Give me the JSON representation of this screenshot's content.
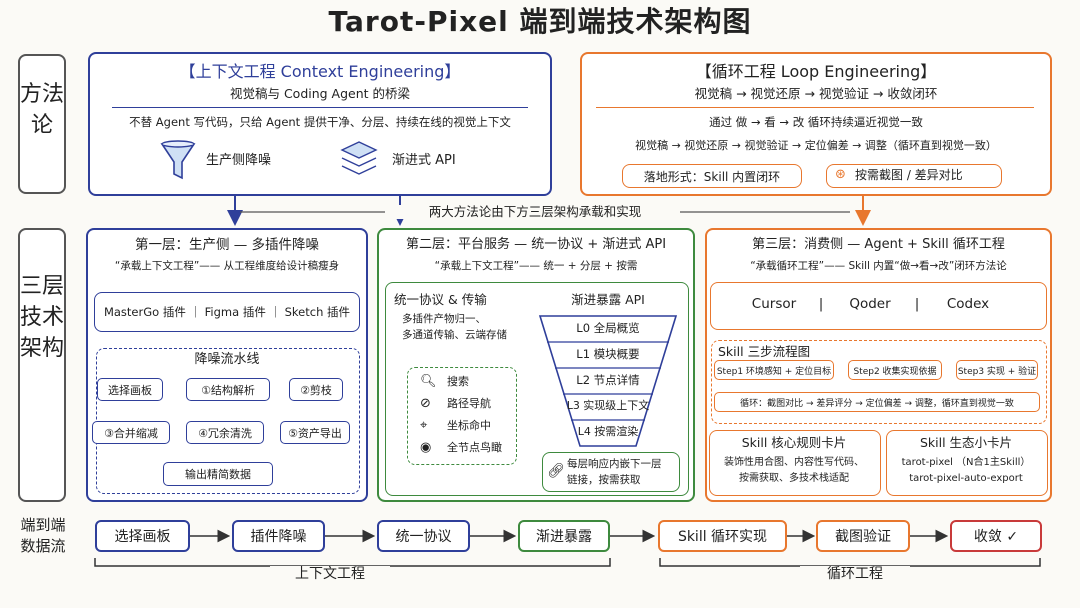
{
  "title": "Tarot-Pixel 端到端技术架构图",
  "side_labels": {
    "method": "方法论",
    "three_layer": "三层技术架构",
    "flow_row_1": "端到端",
    "flow_row_2": "数据流"
  },
  "context_eng": {
    "title": "【上下文工程 Context Engineering】",
    "subtitle": "视觉稿与 Coding Agent 的桥梁",
    "desc": "不替 Agent 写代码，只给 Agent 提供干净、分层、持续在线的视觉上下文",
    "item1": "生产侧降噪",
    "item2": "渐进式 API"
  },
  "loop_eng": {
    "title": "【循环工程 Loop Engineering】",
    "subtitle": "视觉稿 → 视觉还原 → 视觉验证 → 收敛闭环",
    "line1": "通过 做 → 看 → 改 循环持续逼近视觉一致",
    "line2": "视觉稿 → 视觉还原 → 视觉验证 → 定位偏差 → 调整（循环直到视觉一致）",
    "tag1": "落地形式：Skill 内置闭环",
    "tag2": "按需截图 / 差异对比"
  },
  "bridge_text": "两大方法论由下方三层架构承载和实现",
  "layer1": {
    "title": "第一层：生产侧 — 多插件降噪",
    "quote": "“承载上下文工程”—— 从工程维度给设计稿瘦身",
    "plugins": "MasterGo 插件 ｜ Figma 插件 ｜ Sketch 插件",
    "pipeline_title": "降噪流水线",
    "steps": [
      "选择画板",
      "①结构解析",
      "②剪枝",
      "③合并缩减",
      "④冗余清洗",
      "⑤资产导出"
    ],
    "output": "输出精简数据"
  },
  "layer2": {
    "title": "第二层：平台服务 — 统一协议 + 渐进式 API",
    "quote": "“承载上下文工程”—— 统一 + 分层 + 按需",
    "proto_title": "统一协议 & 传输",
    "proto_lines": [
      "多插件产物归一、",
      "多通道传输、云端存储"
    ],
    "tools": [
      "搜索",
      "路径导航",
      "坐标命中",
      "全节点鸟瞰"
    ],
    "api_title": "渐进暴露 API",
    "levels": [
      "L0 全局概览",
      "L1 模块概要",
      "L2 节点详情",
      "L3 实现级上下文",
      "L4 按需渲染"
    ],
    "hint": [
      "每层响应内嵌下一层",
      "链接，按需获取"
    ]
  },
  "layer3": {
    "title": "第三层：消费侧 — Agent + Skill 循环工程",
    "quote": "“承载循环工程”—— Skill 内置“做→看→改”闭环方法论",
    "agents": [
      "Cursor",
      "|",
      "Qoder",
      "|",
      "Codex"
    ],
    "skill_flow_title": "Skill 三步流程图",
    "skill_steps": [
      "Step1 环境感知 + 定位目标",
      "Step2 收集实现依据",
      "Step3 实现 + 验证"
    ],
    "skill_loop": "循环：截图对比 → 差异评分 → 定位偏差 → 调整，循环直到视觉一致",
    "rules_title": "Skill 核心规则卡片",
    "rules": [
      "装饰性用合图、内容性写代码、",
      "按需获取、多技术栈适配"
    ],
    "eco_title": "Skill 生态小卡片",
    "eco": [
      "tarot-pixel （N合1主Skill）",
      "tarot-pixel-auto-export"
    ]
  },
  "flow": {
    "nodes": [
      "选择画板",
      "插件降噪",
      "统一协议",
      "渐进暴露",
      "Skill 循环实现",
      "截图验证",
      "收敛 ✓"
    ],
    "group_context": "上下文工程",
    "group_loop": "循环工程"
  },
  "colors": {
    "blue": "#2f3f9a",
    "orange": "#e8772e",
    "green": "#3e8a3e",
    "red": "#c83a3a"
  }
}
